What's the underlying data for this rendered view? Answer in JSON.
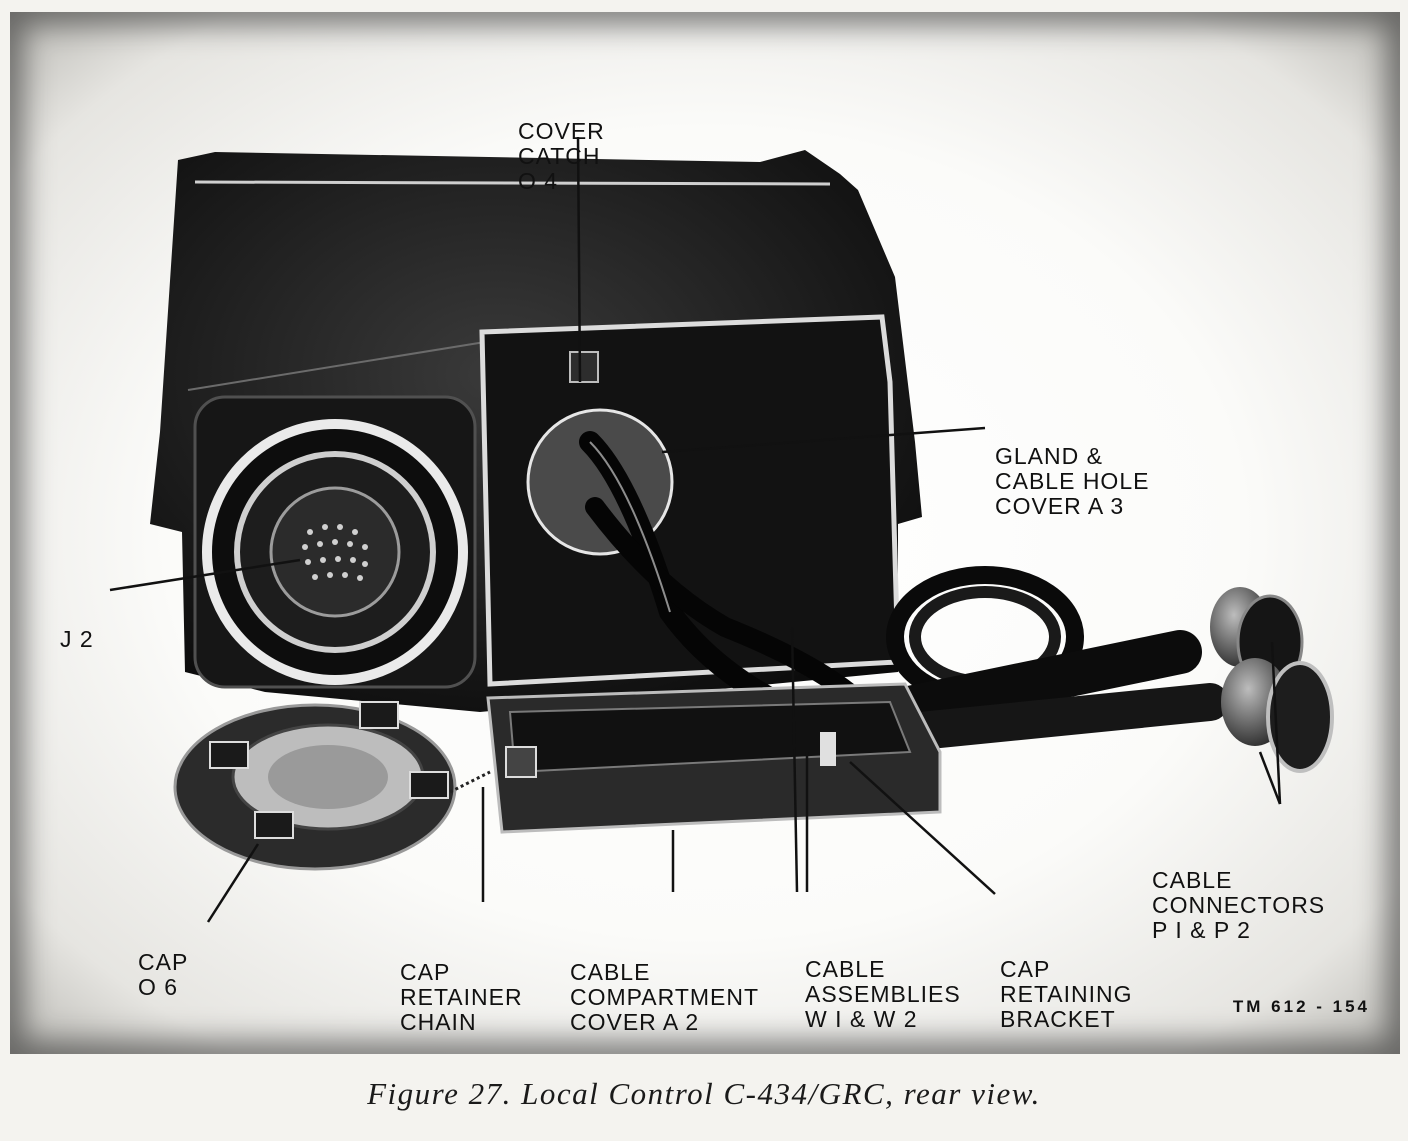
{
  "labels": {
    "cover_catch": [
      "COVER",
      "CATCH",
      "O 4"
    ],
    "gland": [
      "GLAND &",
      "CABLE HOLE",
      "COVER A 3"
    ],
    "j2": [
      "J 2"
    ],
    "cap": [
      "CAP",
      "O 6"
    ],
    "cap_retainer_chain": [
      "CAP",
      "RETAINER",
      "CHAIN"
    ],
    "cable_compartment_cover": [
      "CABLE",
      "COMPARTMENT",
      "COVER A 2"
    ],
    "cable_assemblies": [
      "CABLE",
      "ASSEMBLIES",
      "W I & W 2"
    ],
    "cap_retaining_bracket": [
      "CAP",
      "RETAINING",
      "BRACKET"
    ],
    "cable_connectors": [
      "CABLE",
      "CONNECTORS",
      "P I & P 2"
    ]
  },
  "figure_code": "TM 612 - 154",
  "caption": "Figure 27. Local Control C-434/GRC, rear view."
}
